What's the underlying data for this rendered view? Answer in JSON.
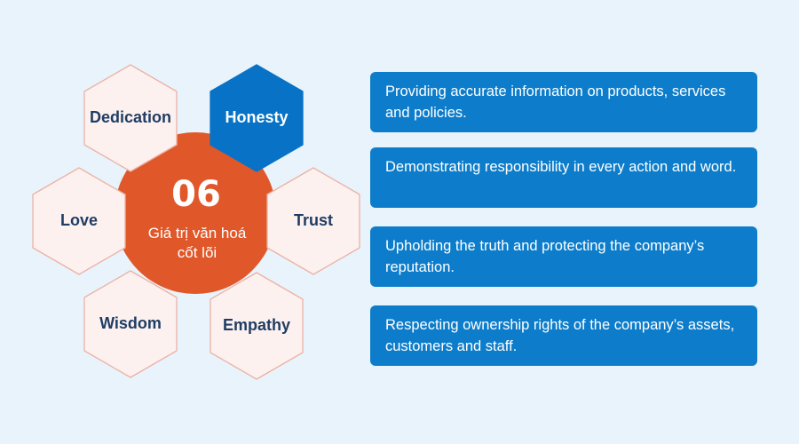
{
  "center": {
    "number": "06",
    "subtitle_line1": "Giá trị văn hoá",
    "subtitle_line2": "cốt lõi"
  },
  "hexagons": [
    {
      "label": "Dedication",
      "highlighted": false
    },
    {
      "label": "Honesty",
      "highlighted": true
    },
    {
      "label": "Love",
      "highlighted": false
    },
    {
      "label": "Trust",
      "highlighted": false
    },
    {
      "label": "Wisdom",
      "highlighted": false
    },
    {
      "label": "Empathy",
      "highlighted": false
    }
  ],
  "cards": [
    {
      "text": "Providing accurate information on products, services and policies."
    },
    {
      "text": "Demonstrating responsibility in every action and word."
    },
    {
      "text": "Upholding the truth and protecting the company’s reputation."
    },
    {
      "text": "Respecting ownership rights of the company’s assets, customers and staff."
    }
  ],
  "colors": {
    "background": "#e9f3fb",
    "center_circle": "#e0582a",
    "highlight_hex": "#0873c6",
    "hex_fill": "#fdf1ef",
    "hex_border": "#eab3a6",
    "hex_text": "#1f3d64",
    "card_fill": "#0d7dcb",
    "card_text": "#ffffff"
  }
}
